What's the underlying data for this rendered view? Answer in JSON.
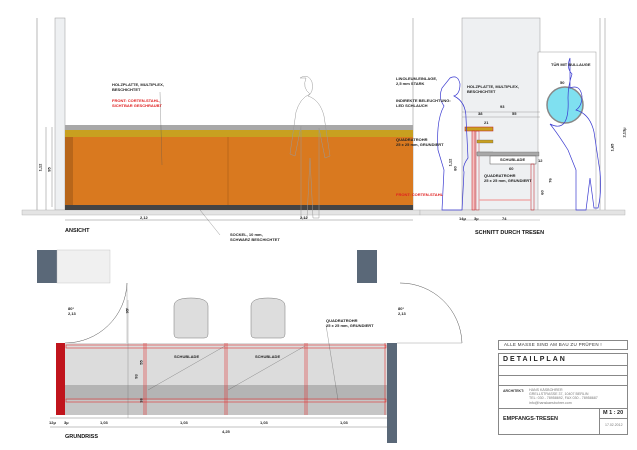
{
  "views": {
    "elevation": {
      "title": "ANSICHT",
      "note_top": "HOLZPLATTE, MULTIPLEX,\nBESCHICHTET",
      "note_front": "FRONT: CORTEN-STAHL,\nSICHTBAR GESCHRAUBT",
      "note_base": "SOCKEL, 10 mm,\nSCHWARZ BESCHICHTET",
      "dim_height": "1,12",
      "dim_inner": "95",
      "dim_left": "2,12",
      "dim_right": "2,12"
    },
    "section": {
      "title": "SCHNITT DURCH TRESEN",
      "note_linoleum": "LINOLEUM-EINLAGE,\n2,5 mm STARK",
      "note_light": "INDIREKTE BELEUCHTUNG:\nLED SCHLAUCH",
      "note_tube1": "QUADRATROHR\n25 x 25 mm, GRUNDIERT",
      "note_front": "FRONT: CORTEN-STAHL",
      "note_top": "HOLZPLATTE, MULTIPLEX,\nBESCHICHTET",
      "note_tube2": "QUADRATROHR\n25 x 25 mm, GRUNDIERT",
      "note_door": "TÜR MIT BULLAUGE",
      "drawer": "SCHUBLADE",
      "dims": {
        "d93": "93",
        "d38": "38",
        "d55": "55",
        "d21": "21",
        "d60": "60",
        "d74": "74",
        "d14": "14µ",
        "d3": "3µ",
        "h112": "1,12",
        "h80": "80",
        "h76": "76",
        "h60": "60",
        "h165": "1,65",
        "h213": "2,13µ",
        "porthole": "50",
        "d12": "12"
      }
    },
    "plan": {
      "title": "GRUNDRISS",
      "drawer_1": "SCHUBLADE",
      "drawer_2": "SCHUBLADE",
      "note_tube": "QUADRATROHR\n25 x 25 mm, GRUNDIERT",
      "door_left": "80¹\n2,13",
      "door_right": "80¹\n2,13",
      "dims": {
        "seg": "1,03",
        "post": "3µ",
        "edge": "12µ",
        "total": "4,25",
        "depth": "93",
        "d55": "55",
        "d38": "38",
        "d95": "95¹"
      }
    }
  },
  "title_block": {
    "notice": "ALLE MASSE SIND AM BAU ZU PRÜFEN !",
    "title": "DETAILPLAN",
    "architect_label": "ARCHITEKT:",
    "architect_lines": [
      "HANS KÄSBOHRER",
      "GRELLSTRASSE 37, 10407 BERLIN",
      "TEL: 030 - 78958692, FAX 030 - 78958687",
      "info@hanskaesbohrer.com"
    ],
    "project": "EMPFANGS-TRESEN",
    "scale": "M 1 : 20",
    "date": "17.02.2012"
  },
  "colors": {
    "corten": "#d9791f",
    "top": "#c8a020",
    "plate": "#a8a8a8",
    "red": "#c0141c",
    "wall": "#5a6878",
    "figure": "#3a3ad0",
    "glass": "#7fe0f0"
  }
}
